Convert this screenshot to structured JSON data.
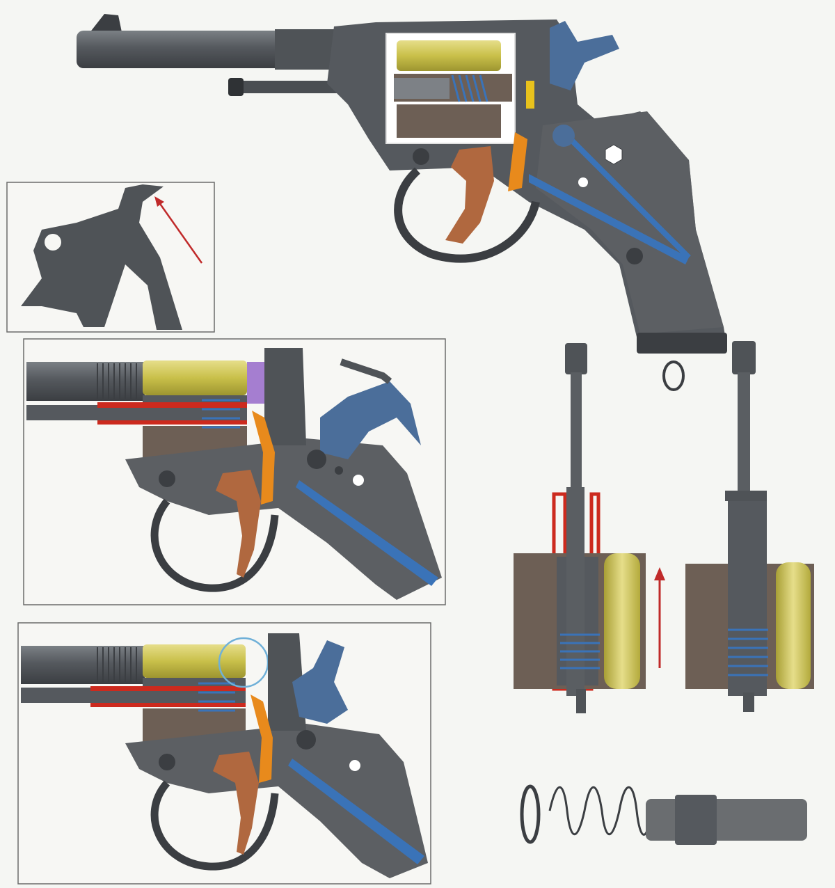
{
  "figure": {
    "subject": "revolver-mechanism-cutaway",
    "printed_text": []
  },
  "palette": {
    "metal": "#4f5357",
    "metal_dark": "#3b3e42",
    "metal_light": "#7b8085",
    "grip": "#5c5f63",
    "brass": "#c9c04a",
    "brass_light": "#e6de8a",
    "cylinder": "#6d5f55",
    "trigger": "#b0683f",
    "pawl_orange": "#e88a1c",
    "spring_blue": "#3a73b8",
    "rod_red": "#cc2a1e",
    "arrow_red": "#c02a2a",
    "highlight_circle": "#6fb0d8",
    "panel_border": "#6b6b6b",
    "background": "#f5f6f3"
  },
  "views": [
    {
      "id": "full-revolver",
      "icon": "revolver-icon"
    },
    {
      "id": "hammer-detail",
      "icon": "hammer-icon"
    },
    {
      "id": "mechanism-state-1",
      "icon": "mechanism-icon"
    },
    {
      "id": "mechanism-state-2",
      "icon": "mechanism-icon"
    },
    {
      "id": "cylinder-axis-section",
      "icon": "cylinder-icon"
    },
    {
      "id": "spring-and-sleeve",
      "icon": "spring-icon"
    }
  ]
}
